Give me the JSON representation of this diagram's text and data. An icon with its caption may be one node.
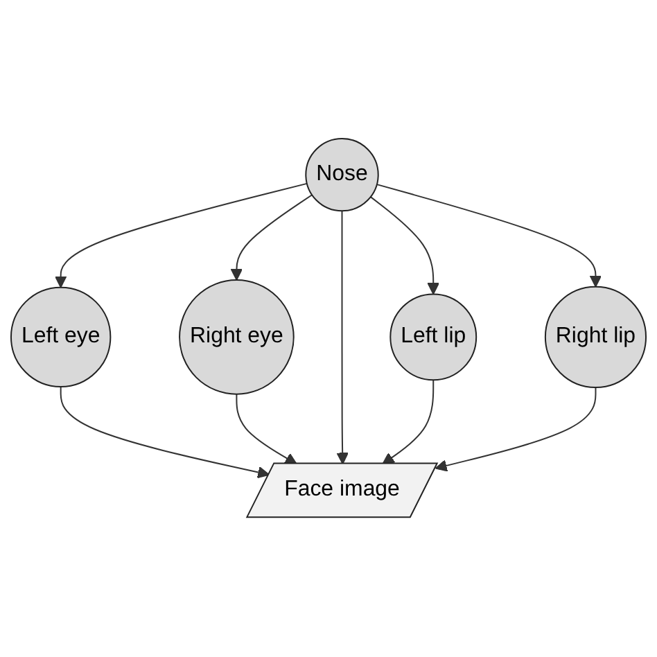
{
  "diagram": {
    "nodes": [
      {
        "text": [
          "Left eye"
        ]
      },
      {
        "text": [
          "Right eye"
        ]
      },
      {
        "text": [
          "Nose"
        ]
      },
      {
        "text": [
          "Left lip"
        ]
      },
      {
        "text": [
          "Right lip"
        ]
      },
      {
        "text": [
          "Face image"
        ]
      }
    ],
    "edges": [
      {
        "from": 2,
        "to": 0,
        "arrow": "to"
      },
      {
        "from": 2,
        "to": 1,
        "arrow": "to"
      },
      {
        "from": 2,
        "to": 3,
        "arrow": "to"
      },
      {
        "from": 2,
        "to": 4,
        "arrow": "to"
      },
      {
        "from": 0,
        "to": 5,
        "arrow": "to"
      },
      {
        "from": 1,
        "to": 5,
        "arrow": "to"
      },
      {
        "from": 2,
        "to": 5,
        "arrow": "to"
      },
      {
        "from": 3,
        "to": 5,
        "arrow": "to"
      },
      {
        "from": 4,
        "to": 5,
        "arrow": "to"
      }
    ]
  }
}
